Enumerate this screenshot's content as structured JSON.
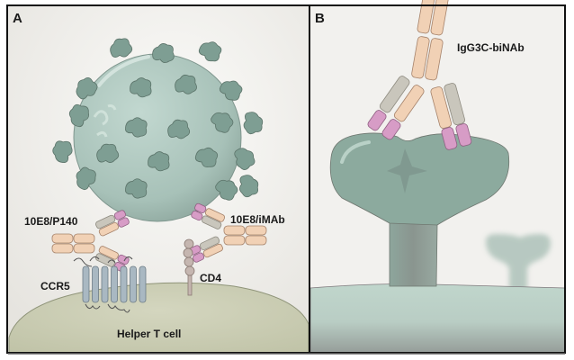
{
  "figure": {
    "panels": [
      {
        "letter": "A",
        "labels": {
          "antibody_left": "10E8/P140",
          "antibody_right": "10E8/iMAb",
          "receptor_left": "CCR5",
          "receptor_right": "CD4",
          "cell": "Helper T cell"
        }
      },
      {
        "letter": "B",
        "labels": {
          "antibody": "IgG3C-biNAb"
        }
      }
    ],
    "colors": {
      "frame": "#111111",
      "background": "#f1f0ed",
      "virion": "#a9c4bb",
      "virion_shade": "#8fa79f",
      "spike": "#7e9e93",
      "spike_dark": "#627f75",
      "heavy_constant": "#f1d1b5",
      "light_chain": "#c9c6bc",
      "variable_pink": "#d79cc6",
      "cell_membrane": "#c9ccb2",
      "ccr5": "#a9b8c2",
      "cd4": "#c5b6b0",
      "env_spike_b": "#8caa9e",
      "membrane_b": "#b6cdc3"
    }
  }
}
